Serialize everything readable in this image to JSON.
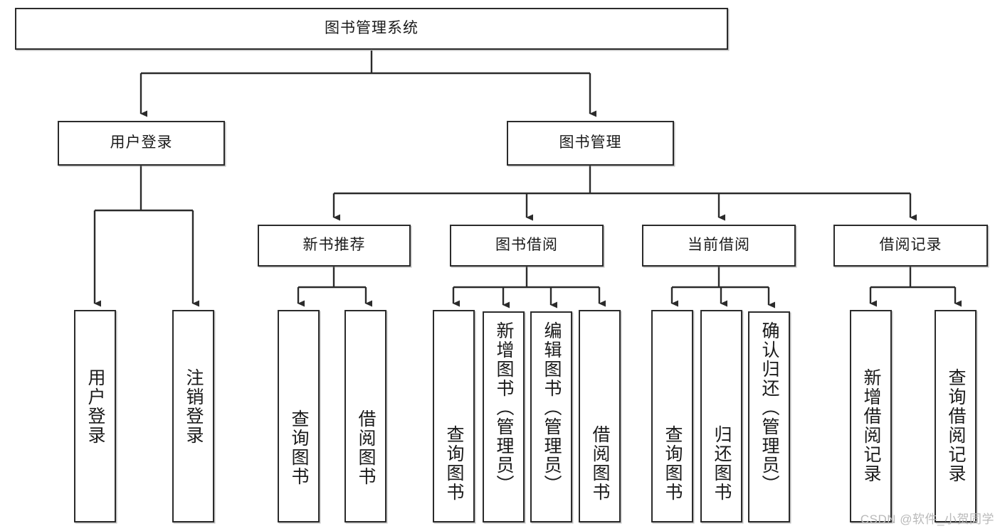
{
  "diagram": {
    "title": "图书管理系统",
    "type": "tree-hierarchy",
    "watermark": "CSDN @软件_小贺同学",
    "colors": {
      "box_border": "#2b2b2b",
      "box_fill": "#ffffff",
      "connector": "#2b2b2b",
      "text": "#1a1a1a",
      "watermark": "#b9b9b9",
      "background": "#ffffff"
    },
    "nodes": {
      "root": "图书管理系统",
      "level2": {
        "user_login": "用户登录",
        "book_management": "图书管理"
      },
      "level3": {
        "new_book_recommend": "新书推荐",
        "book_borrow": "图书借阅",
        "current_borrow": "当前借阅",
        "borrow_record": "借阅记录"
      },
      "leaves": {
        "user_login_children": [
          "用户登录",
          "注销登录"
        ],
        "new_book_recommend_children": [
          "查询图书",
          "借阅图书"
        ],
        "book_borrow_children": [
          "查询图书",
          "新增图书（管理员）",
          "编辑图书（管理员）",
          "借阅图书"
        ],
        "current_borrow_children": [
          "查询图书",
          "归还图书",
          "确认归还（管理员）"
        ],
        "borrow_record_children": [
          "新增借阅记录",
          "查询借阅记录"
        ]
      }
    }
  }
}
